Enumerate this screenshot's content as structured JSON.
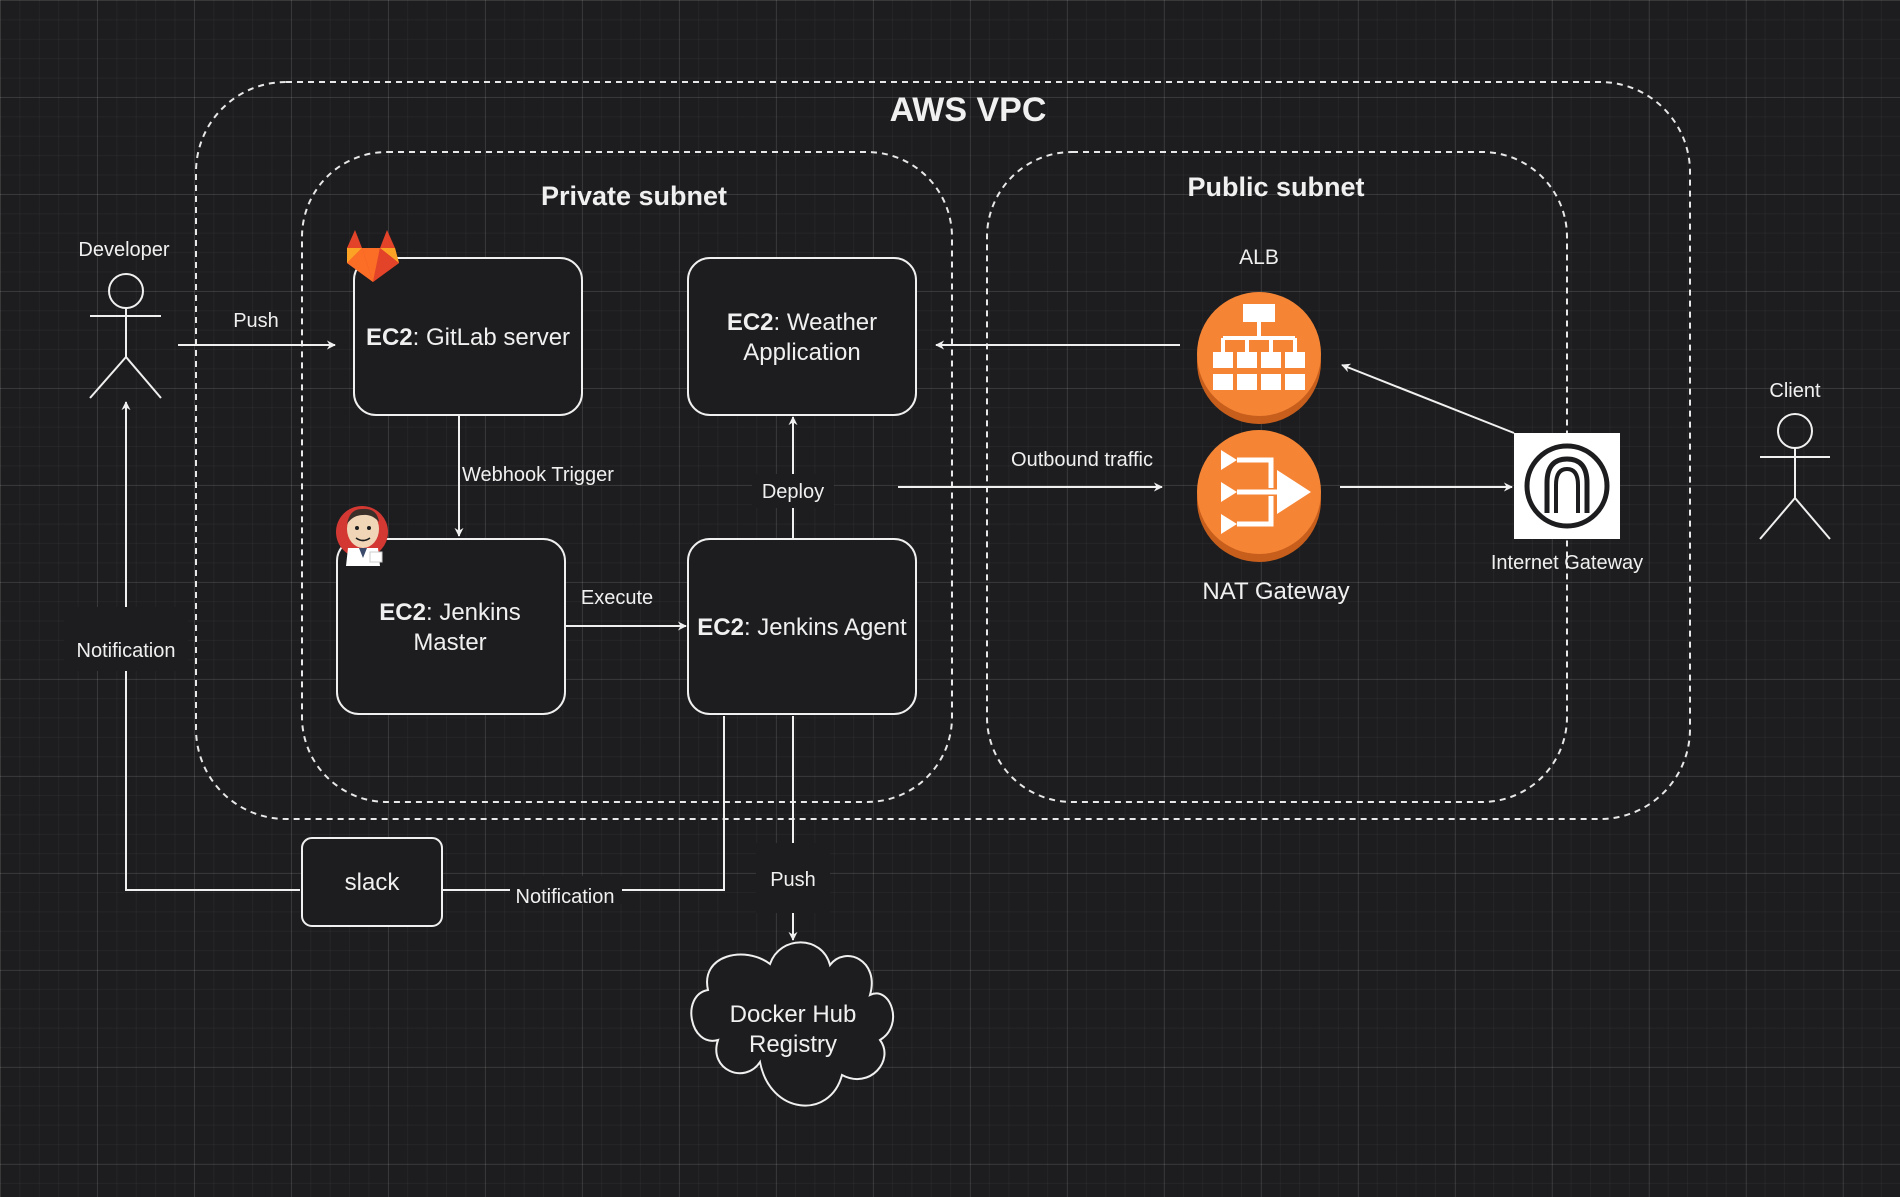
{
  "groups": {
    "vpc": "AWS VPC",
    "private_subnet": "Private subnet",
    "public_subnet": "Public subnet"
  },
  "actors": {
    "developer": "Developer",
    "client": "Client"
  },
  "nodes": {
    "gitlab": {
      "bold": "EC2",
      "text": ": GitLab server"
    },
    "weather": {
      "bold": "EC2",
      "line1": ": Weather",
      "line2": "Application"
    },
    "jenkins_master": {
      "bold": "EC2",
      "line1": ": Jenkins",
      "line2": "Master"
    },
    "jenkins_agent": {
      "bold": "EC2",
      "text": ": Jenkins Agent"
    },
    "slack": "slack",
    "docker_hub": {
      "line1": "Docker Hub",
      "line2": "Registry"
    },
    "alb": "ALB",
    "nat": "NAT Gateway",
    "igw": "Internet Gateway"
  },
  "edges": {
    "push_dev": "Push",
    "webhook": "Webhook Trigger",
    "execute": "Execute",
    "deploy": "Deploy",
    "outbound": "Outbound traffic",
    "notification_dev": "Notification",
    "notification_slack": "Notification",
    "push_docker": "Push"
  },
  "colors": {
    "background": "#1d1d1f",
    "line": "#f0f0f0",
    "aws_orange": "#f58535",
    "gitlab_orange": "#fc6d26",
    "jenkins_red": "#d33833"
  },
  "icons": [
    "gitlab-icon",
    "jenkins-icon",
    "alb-icon",
    "nat-gateway-icon",
    "internet-gateway-icon",
    "stick-figure-icon"
  ]
}
